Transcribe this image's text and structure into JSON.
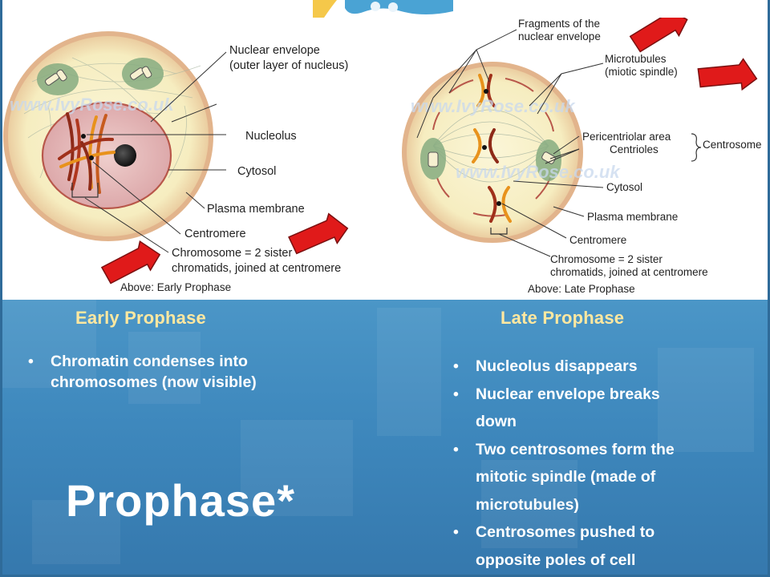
{
  "diagram": {
    "early": {
      "labels": {
        "nuclear_envelope_1": "Nuclear envelope",
        "nuclear_envelope_2": "(outer layer of nucleus)",
        "nucleolus": "Nucleolus",
        "cytosol": "Cytosol",
        "plasma_membrane": "Plasma membrane",
        "centromere": "Centromere",
        "chromosome_1": "Chromosome = 2 sister",
        "chromosome_2": "chromatids, joined at centromere"
      },
      "caption": "Above: Early Prophase",
      "watermark": "www.IvyRose.co.uk"
    },
    "late": {
      "labels": {
        "fragments_1": "Fragments of the",
        "fragments_2": "nuclear envelope",
        "microtubules_1": "Microtubules",
        "microtubules_2": "(miotic spindle)",
        "pericentriolar": "Pericentriolar area",
        "centrioles": "Centrioles",
        "centrosome": "Centrosome",
        "cytosol": "Cytosol",
        "plasma_membrane": "Plasma membrane",
        "centromere": "Centromere",
        "chromosome_1": "Chromosome = 2 sister",
        "chromosome_2": "chromatids, joined at centromere"
      },
      "caption": "Above: Late Prophase",
      "watermark_1": "www.IvyRose.co.uk",
      "watermark_2": "www.IvyRose.co.uk"
    },
    "colors": {
      "cell_fill": "#f6efc4",
      "cell_border": "#e0b08a",
      "nucleus_fill": "#e7bfc0",
      "envelope": "#b8574a",
      "chromosome_red": "#a0301a",
      "chromosome_orange": "#e8921c",
      "arrow_red": "#e01a1a",
      "centrosome_green": "#7fa57a"
    }
  },
  "content": {
    "early_heading": "Early Prophase",
    "late_heading": "Late Prophase",
    "early_bullets": [
      "Chromatin condenses into",
      "chromosomes (now visible)"
    ],
    "late_bullets": [
      "Nucleolus disappears",
      "Nuclear envelope breaks",
      "down",
      "Two centrosomes form the",
      "mitotic spindle (made of",
      "microtubules)",
      "Centrosomes pushed to",
      "opposite poles of cell"
    ],
    "bullet_glyph": "•",
    "title": "Prophase*"
  }
}
